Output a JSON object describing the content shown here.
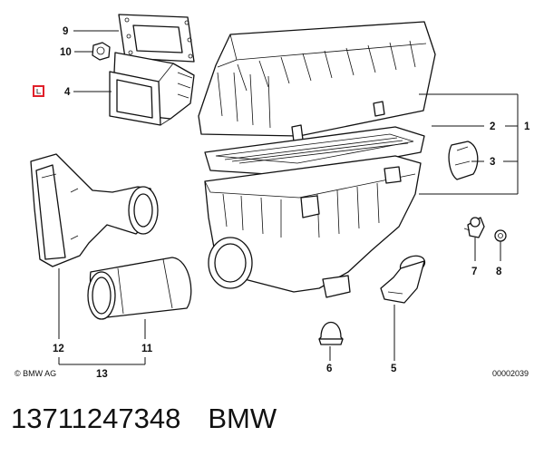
{
  "diagram": {
    "callouts": {
      "c1": "1",
      "c2": "2",
      "c3": "3",
      "c4": "4",
      "c5": "5",
      "c6": "6",
      "c7": "7",
      "c8": "8",
      "c9": "9",
      "c10": "10",
      "c11": "11",
      "c12": "12",
      "c13": "13"
    },
    "copyright": "© BMW AG",
    "drawing_number": "00002039"
  },
  "caption": {
    "part_number": "13711247348",
    "brand": "BMW"
  },
  "colors": {
    "highlight": "#e0202a",
    "line": "#111111"
  }
}
